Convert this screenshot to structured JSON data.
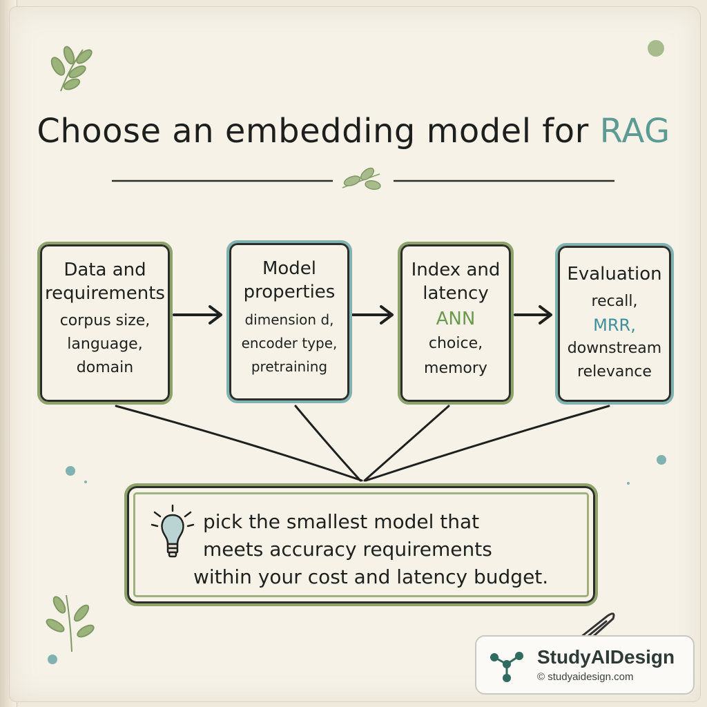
{
  "title": {
    "main": "Choose an embedding model for",
    "accent": "RAG"
  },
  "steps": [
    {
      "title_lines": [
        "Data and",
        "requirements"
      ],
      "detail_lines": [
        "corpus size,",
        "language,",
        "domain"
      ]
    },
    {
      "title_lines": [
        "Model",
        "properties"
      ],
      "detail_lines": [
        "dimension d,",
        "encoder type,",
        "pretraining"
      ]
    },
    {
      "title_lines": [
        "Index and",
        "latency"
      ],
      "detail_lines": [
        "ANN",
        "choice,",
        "memory"
      ]
    },
    {
      "title_lines": [
        "Evaluation"
      ],
      "detail_lines": [
        "recall,",
        "MRR,",
        "downstream",
        "relevance"
      ]
    }
  ],
  "tip": {
    "lines": [
      "pick the smallest model that",
      "meets accuracy requirements",
      "within your cost and latency budget."
    ]
  },
  "badge": {
    "name": "StudyAIDesign",
    "url": "© studyaidesign.com"
  },
  "colors": {
    "green_accent": "#8ea26b",
    "teal_accent": "#7fb2b0",
    "ink": "#1e201e",
    "paper": "#f6f2e8"
  },
  "icons": [
    "leaf-sprig-icon",
    "lightbulb-icon",
    "paperclip-icon",
    "molecule-logo-icon"
  ]
}
